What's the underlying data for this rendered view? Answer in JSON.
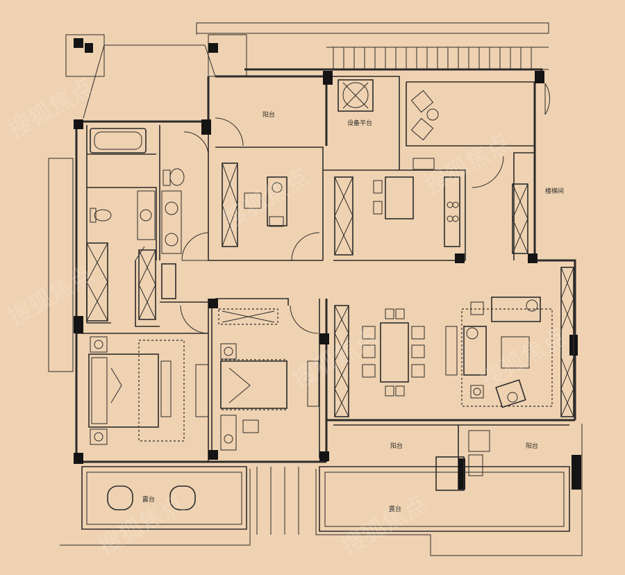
{
  "plan": {
    "rooms": {
      "balcony_north": "阳台",
      "equipment_platform": "设备平台",
      "stairwell": "楼梯间",
      "balcony_south_left": "阳台",
      "balcony_south_right": "阳台",
      "terrace_south": "露台",
      "terrace_west": "露台"
    },
    "watermark": "搜狐焦点"
  }
}
